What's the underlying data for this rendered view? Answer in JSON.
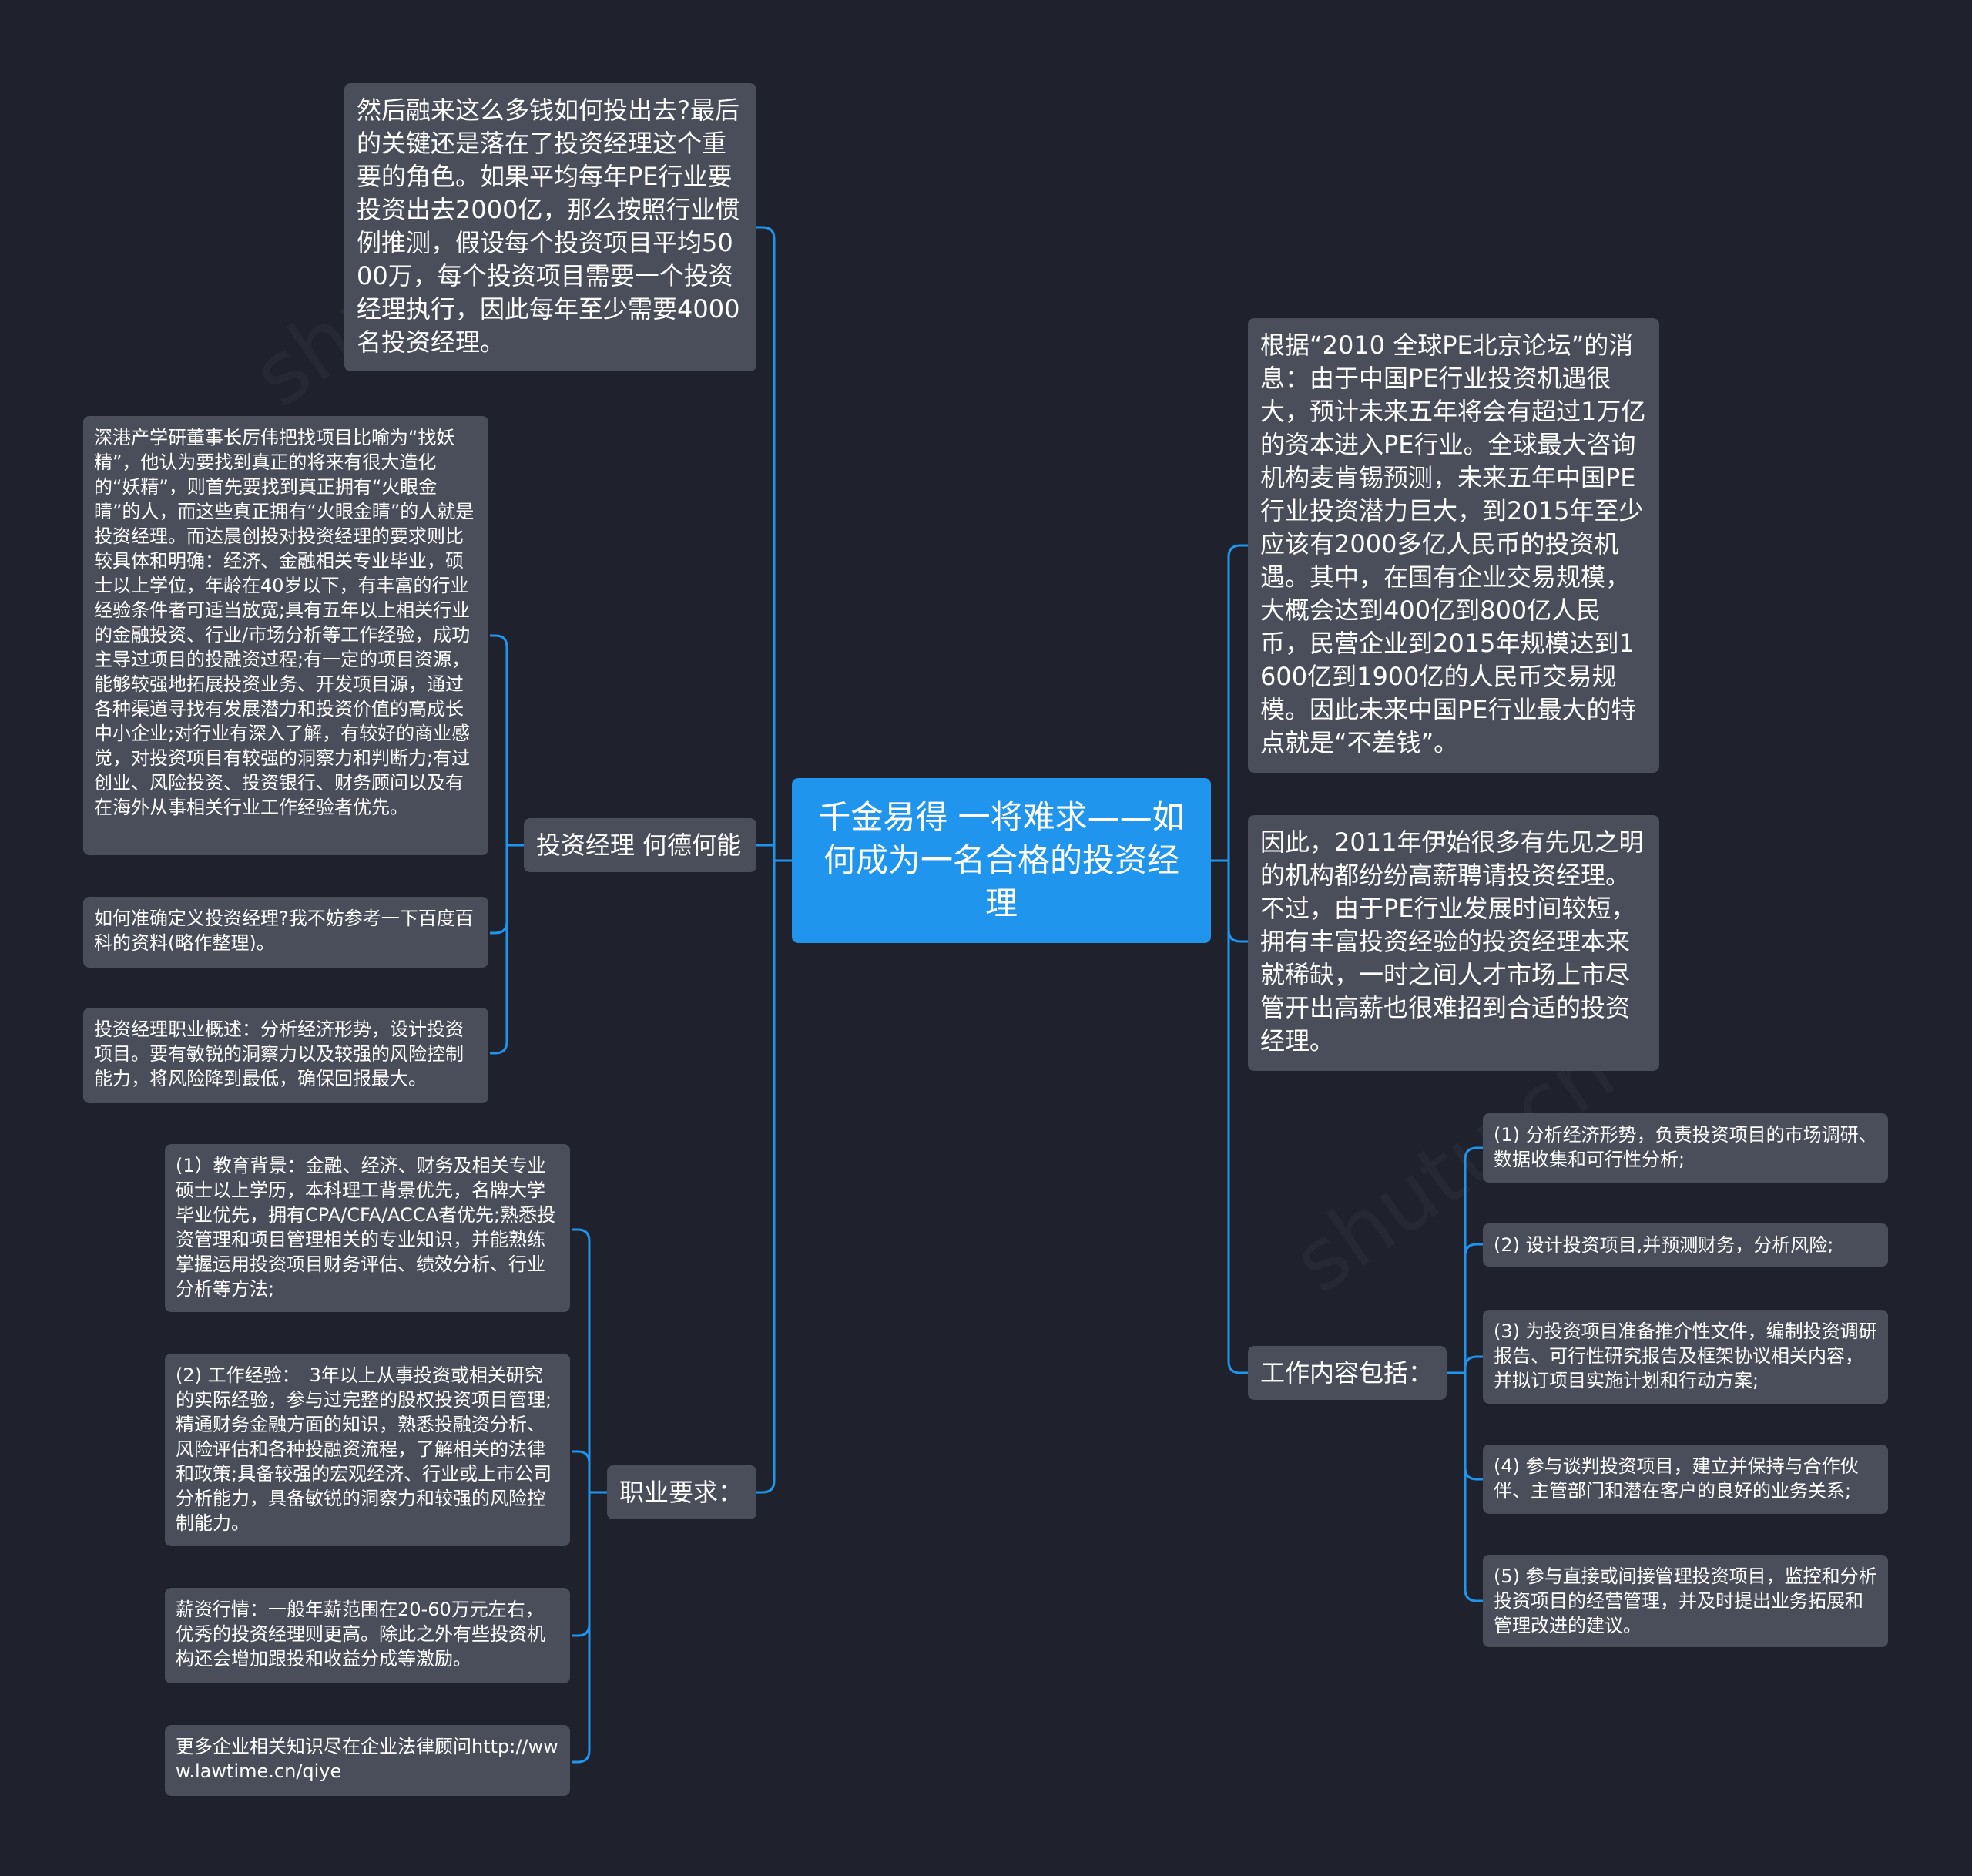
{
  "root": {
    "title": "千金易得 一将难求——如何成为一名合格的投资经理"
  },
  "left": {
    "intro": "然后融来这么多钱如何投出去?最后的关键还是落在了投资经理这个重要的角色。如果平均每年PE行业要投资出去2000亿，那么按照行业惯例推测，假设每个投资项目平均5000万，每个投资项目需要一个投资经理执行，因此每年至少需要4000名投资经理。",
    "virtue": {
      "label": "投资经理 何德何能",
      "items": [
        "深港产学研董事长厉伟把找项目比喻为“找妖精”，他认为要找到真正的将来有很大造化的“妖精”，则首先要找到真正拥有“火眼金睛”的人，而这些真正拥有“火眼金睛”的人就是投资经理。而达晨创投对投资经理的要求则比较具体和明确：经济、金融相关专业毕业，硕士以上学位，年龄在40岁以下，有丰富的行业经验条件者可适当放宽;具有五年以上相关行业的金融投资、行业/市场分析等工作经验，成功主导过项目的投融资过程;有一定的项目资源，能够较强地拓展投资业务、开发项目源，通过各种渠道寻找有发展潜力和投资价值的高成长中小企业;对行业有深入了解，有较好的商业感觉，对投资项目有较强的洞察力和判断力;有过创业、风险投资、投资银行、财务顾问以及有在海外从事相关行业工作经验者优先。",
        "如何准确定义投资经理?我不妨参考一下百度百科的资料(略作整理)。",
        "投资经理职业概述：分析经济形势，设计投资项目。要有敏锐的洞察力以及较强的风险控制能力，将风险降到最低，确保回报最大。"
      ]
    },
    "requirements": {
      "label": "职业要求：",
      "items": [
        "(1）教育背景：金融、经济、财务及相关专业硕士以上学历，本科理工背景优先，名牌大学毕业优先，拥有CPA/CFA/ACCA者优先;熟悉投资管理和项目管理相关的专业知识，并能熟练掌握运用投资项目财务评估、绩效分析、行业分析等方法;",
        "(2) 工作经验：　3年以上从事投资或相关研究的实际经验，参与过完整的股权投资项目管理;精通财务金融方面的知识，熟悉投融资分析、风险评估和各种投融资流程，了解相关的法律和政策;具备较强的宏观经济、行业或上市公司分析能力，具备敏锐的洞察力和较强的风险控制能力。",
        "薪资行情：一般年薪范围在20-60万元左右，优秀的投资经理则更高。除此之外有些投资机构还会增加跟投和收益分成等激励。",
        "更多企业相关知识尽在企业法律顾问http://www.lawtime.cn/qiye"
      ]
    }
  },
  "right": {
    "news": "根据“2010 全球PE北京论坛”的消息：由于中国PE行业投资机遇很大，预计未来五年将会有超过1万亿的资本进入PE行业。全球最大咨询机构麦肯锡预测，未来五年中国PE行业投资潜力巨大，到2015年至少应该有2000多亿人民币的投资机遇。其中，在国有企业交易规模，大概会达到400亿到800亿人民币，民营企业到2015年规模达到1600亿到1900亿的人民币交易规模。因此未来中国PE行业最大的特点就是“不差钱”。",
    "salary": "因此，2011年伊始很多有先见之明的机构都纷纷高薪聘请投资经理。不过，由于PE行业发展时间较短，拥有丰富投资经验的投资经理本来就稀缺，一时之间人才市场上市尽管开出高薪也很难招到合适的投资经理。",
    "duties": {
      "label": "工作内容包括：",
      "items": [
        "(1) 分析经济形势，负责投资项目的市场调研、数据收集和可行性分析;",
        "(2) 设计投资项目,并预测财务，分析风险;",
        "(3) 为投资项目准备推介性文件，编制投资调研报告、可行性研究报告及框架协议相关内容，并拟订项目实施计划和行动方案;",
        "(4) 参与谈判投资项目，建立并保持与合作伙伴、主管部门和潜在客户的良好的业务关系;",
        "(5) 参与直接或间接管理投资项目，监控和分析投资项目的经营管理，并及时提出业务拓展和管理改进的建议。"
      ]
    }
  },
  "style": {
    "connector_color": "#1f95ee",
    "node_color": "#4a4d5a",
    "root_color": "#1f95ee",
    "background": "#1f222d"
  }
}
